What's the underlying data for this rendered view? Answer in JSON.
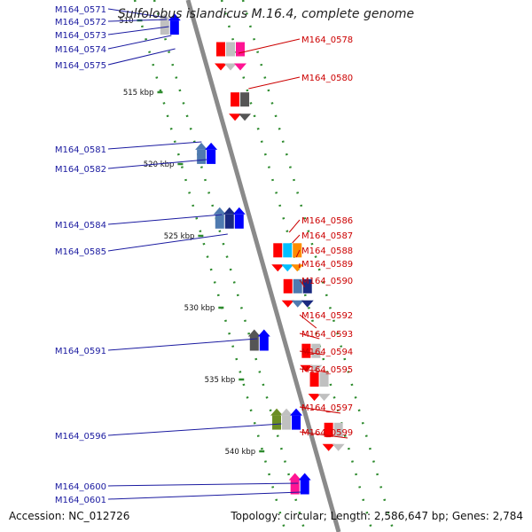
{
  "title": "Sulfolobus islandicus M.16.4, complete genome",
  "footer": {
    "accession": "Accession: NC_012726",
    "topology": "Topology: circular; Length: 2,586,647 bp; Genes: 2,784"
  },
  "colors": {
    "backbone": "#8a8a8a",
    "forward_label": "#1a1aa0",
    "reverse_label": "#cc0000",
    "dotted_line": "#2e8b2e"
  },
  "scale_labels": [
    {
      "kbp": 510,
      "text": "510"
    },
    {
      "kbp": 515,
      "text": "515 kbp"
    },
    {
      "kbp": 520,
      "text": "520 kbp"
    },
    {
      "kbp": 525,
      "text": "525 kbp"
    },
    {
      "kbp": 530,
      "text": "530 kbp"
    },
    {
      "kbp": 535,
      "text": "535 kbp"
    },
    {
      "kbp": 540,
      "text": "540 kbp"
    }
  ],
  "forward_labels": [
    "M164_0571",
    "M164_0572",
    "M164_0573",
    "M164_0574",
    "M164_0575",
    "M164_0581",
    "M164_0582",
    "M164_0584",
    "M164_0585",
    "M164_0591",
    "M164_0596",
    "M164_0600",
    "M164_0601"
  ],
  "reverse_labels": [
    "M164_0578",
    "M164_0580",
    "M164_0586",
    "M164_0587",
    "M164_0588",
    "M164_0589",
    "M164_0590",
    "M164_0592",
    "M164_0593",
    "M164_0594",
    "M164_0595",
    "M164_0597",
    "M164_0599"
  ],
  "genes": {
    "forward": [
      {
        "kbp": 510.5,
        "colors": [
          "#c0c0c0",
          "#0000ff"
        ]
      },
      {
        "kbp": 519.5,
        "colors": [
          "#4f7ab0",
          "#0000ff"
        ]
      },
      {
        "kbp": 524.0,
        "colors": [
          "#4f7ab0",
          "#1a2a80",
          "#0000ff"
        ]
      },
      {
        "kbp": 532.5,
        "colors": [
          "#555555",
          "#0000ff"
        ]
      },
      {
        "kbp": 538.0,
        "colors": [
          "#6b8e23",
          "#c0c0c0",
          "#0000ff"
        ]
      },
      {
        "kbp": 542.5,
        "colors": [
          "#ff1493",
          "#0000ff"
        ]
      }
    ],
    "reverse": [
      {
        "kbp": 512.5,
        "colors": [
          "#ff0000",
          "#c0c0c0",
          "#ff1493"
        ]
      },
      {
        "kbp": 516.0,
        "colors": [
          "#ff0000",
          "#555555"
        ]
      },
      {
        "kbp": 526.5,
        "colors": [
          "#ff0000",
          "#00bfff",
          "#ff8c00"
        ]
      },
      {
        "kbp": 529.0,
        "colors": [
          "#ff0000",
          "#4f7ab0",
          "#1a2a80"
        ]
      },
      {
        "kbp": 533.5,
        "colors": [
          "#ff0000",
          "#c0c0c0"
        ]
      },
      {
        "kbp": 535.5,
        "colors": [
          "#ff0000",
          "#c0c0c0"
        ]
      },
      {
        "kbp": 539.0,
        "colors": [
          "#ff0000",
          "#c0c0c0"
        ]
      }
    ]
  }
}
